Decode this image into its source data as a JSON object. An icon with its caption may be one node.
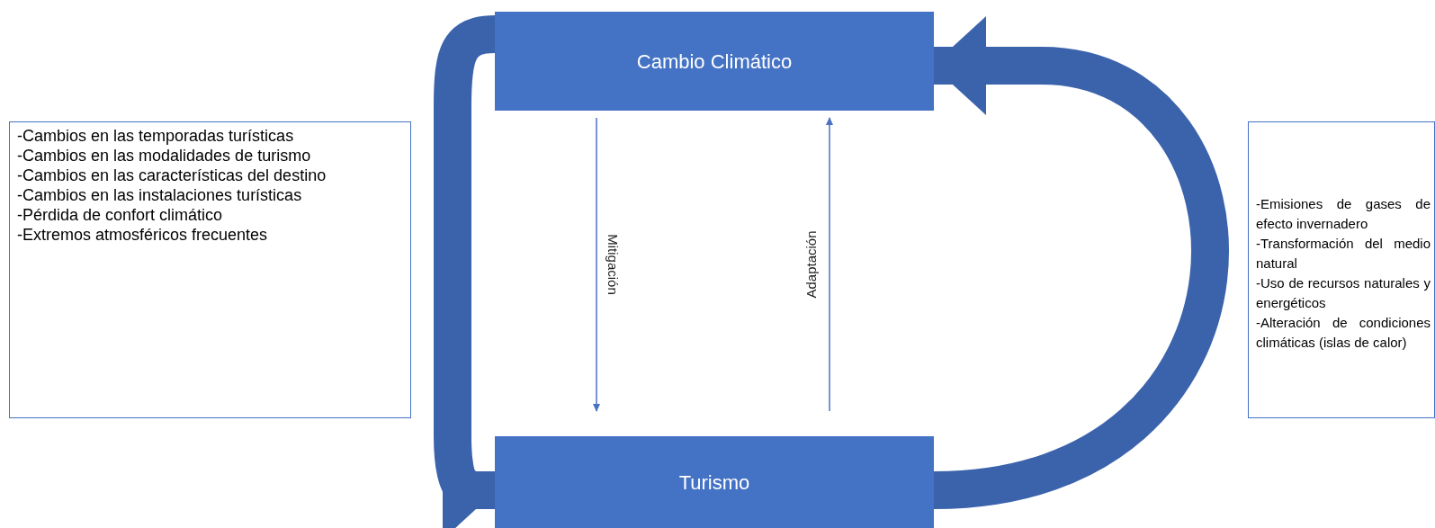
{
  "diagram": {
    "nodes": [
      {
        "text": [
          "Cambio Climático"
        ]
      },
      {
        "text": [
          "Turismo"
        ]
      },
      {
        "text": [
          "-Cambios en las temporadas turísticas",
          "-Cambios en las modalidades de turismo",
          "-Cambios en las características del destino",
          "-Cambios en las instalaciones turísticas",
          "-Pérdida de confort climático",
          "-Extremos atmosféricos frecuentes"
        ]
      },
      {
        "text": [
          "-Emisiones de gases de efecto invernadero",
          "-Transformación del medio natural",
          "-Uso de recursos naturales y energéticos",
          "-Alteración de condiciones climáticas (islas de calor)"
        ]
      }
    ],
    "edges": [
      {
        "from": 0,
        "to": 1,
        "arrow": "to",
        "label": "Mitigación"
      },
      {
        "from": 1,
        "to": 0,
        "arrow": "to",
        "label": "Adaptación"
      },
      {
        "from": 0,
        "to": 1,
        "arrow": "to",
        "style": "thick"
      },
      {
        "from": 1,
        "to": 0,
        "arrow": "to",
        "style": "thick"
      }
    ]
  }
}
